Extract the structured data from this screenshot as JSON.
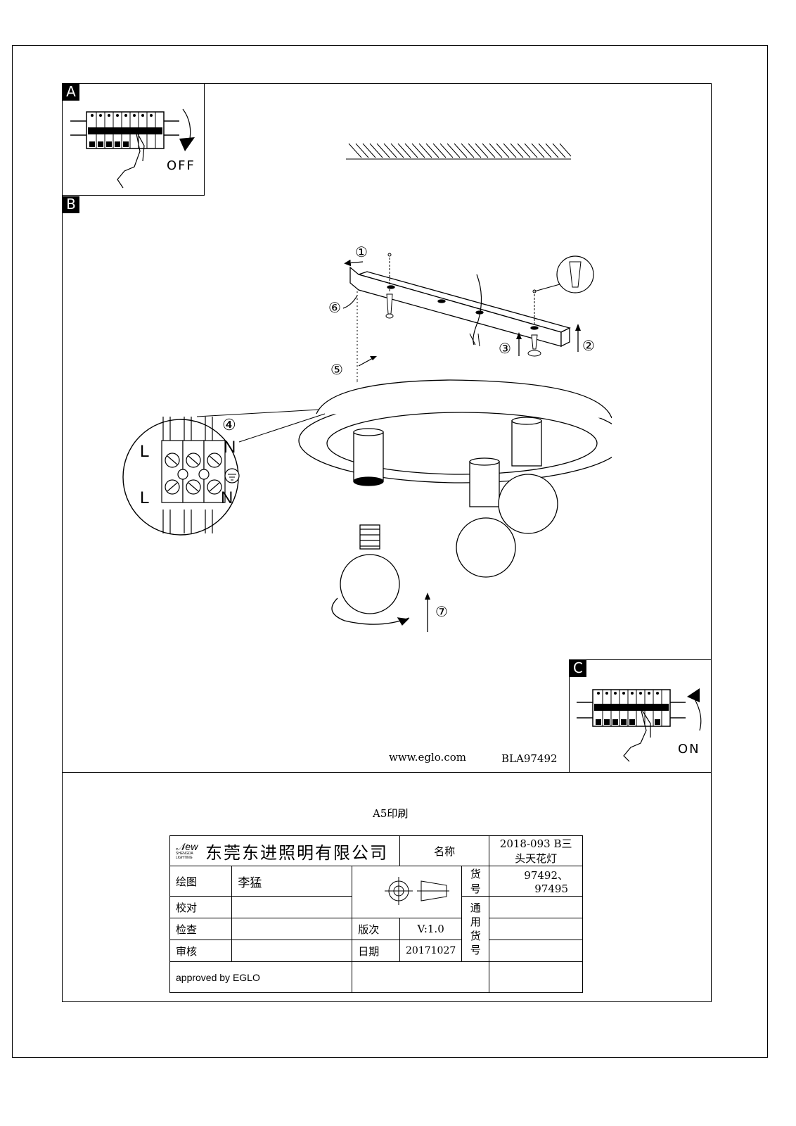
{
  "steps": {
    "a_tag": "A",
    "b_tag": "B",
    "c_tag": "C",
    "off_label": "OFF",
    "on_label": "ON",
    "numbers": [
      "①",
      "②",
      "③",
      "④",
      "⑤",
      "⑥",
      "⑦"
    ],
    "terminal_L": "L",
    "terminal_N": "N"
  },
  "footer": {
    "website": "www.eglo.com",
    "model_code": "BLA97492",
    "print_note": "A5印刷"
  },
  "title_block": {
    "company": "东莞东进照明有限公司",
    "logo_sub1": "SHENGDA",
    "logo_sub2": "LIGHTING",
    "name_label": "名称",
    "name_value": "2018-093 B三头天花灯",
    "item_no_label": "货号",
    "item_no_value": "97492、97495",
    "drawn_label": "绘图",
    "drawn_value": "李猛",
    "check_label": "校对",
    "inspect_label": "检查",
    "review_label": "审核",
    "version_label": "版次",
    "version_value": "V:1.0",
    "date_label": "日期",
    "date_value": "20171027",
    "general_item_label_1": "通用",
    "general_item_label_2": "货号",
    "approved": "approved by EGLO"
  }
}
